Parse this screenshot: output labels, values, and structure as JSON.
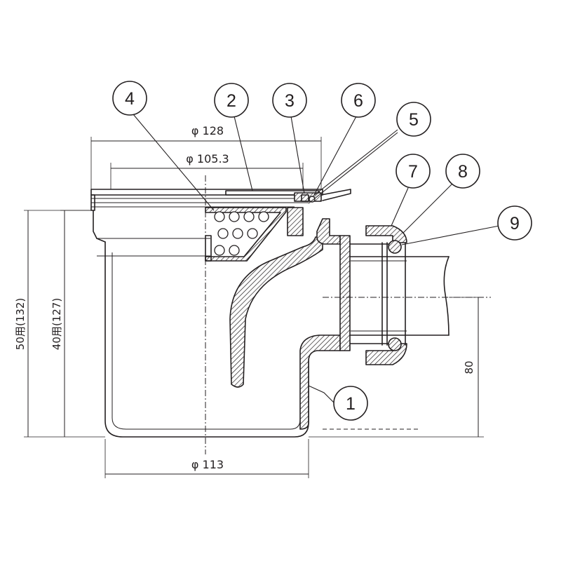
{
  "dimensions": {
    "outer_diameter": "φ 128",
    "inner_diameter": "φ 105.3",
    "body_diameter": "φ 113",
    "height_50": "50用(132)",
    "height_40": "40用(127)",
    "outlet_height": "80"
  },
  "callouts": [
    {
      "id": "callout-1",
      "label": "1"
    },
    {
      "id": "callout-2",
      "label": "2"
    },
    {
      "id": "callout-3",
      "label": "3"
    },
    {
      "id": "callout-4",
      "label": "4"
    },
    {
      "id": "callout-5",
      "label": "5"
    },
    {
      "id": "callout-6",
      "label": "6"
    },
    {
      "id": "callout-7",
      "label": "7"
    },
    {
      "id": "callout-8",
      "label": "8"
    },
    {
      "id": "callout-9",
      "label": "9"
    }
  ]
}
